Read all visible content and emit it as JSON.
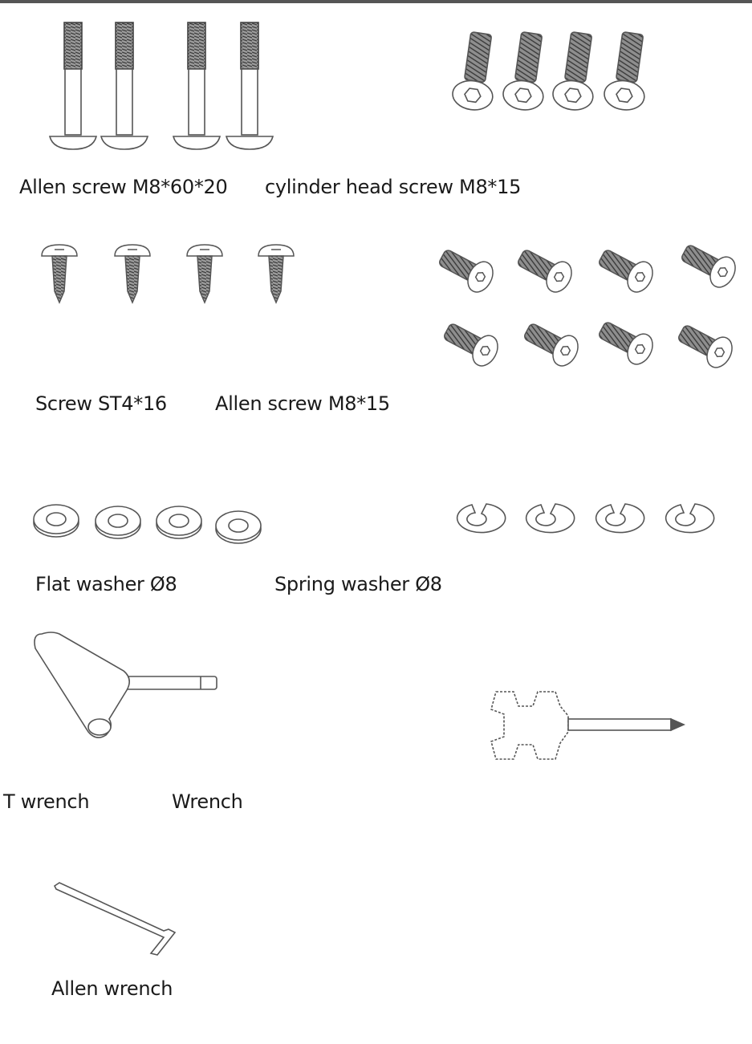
{
  "labels": {
    "allen_screw_m8_60_20": "Allen screw M8*60*20",
    "cylinder_head_screw": "cylinder head screw M8*15",
    "screw_st4_16": "Screw ST4*16",
    "allen_screw_m8_15": "Allen screw  M8*15",
    "flat_washer": "Flat washer Ø8",
    "spring_washer": "Spring washer Ø8",
    "t_wrench": "T wrench",
    "wrench": "Wrench",
    "allen_wrench": "Allen wrench"
  },
  "counts": {
    "allen_screw_m8_60_20": 4,
    "cylinder_head_screw": 4,
    "screw_st4_16": 4,
    "allen_screw_m8_15": 8,
    "flat_washer": 4,
    "spring_washer": 4
  },
  "colors": {
    "line": "#555555",
    "thread": "#6a6a6a",
    "text": "#1a1a1a"
  }
}
